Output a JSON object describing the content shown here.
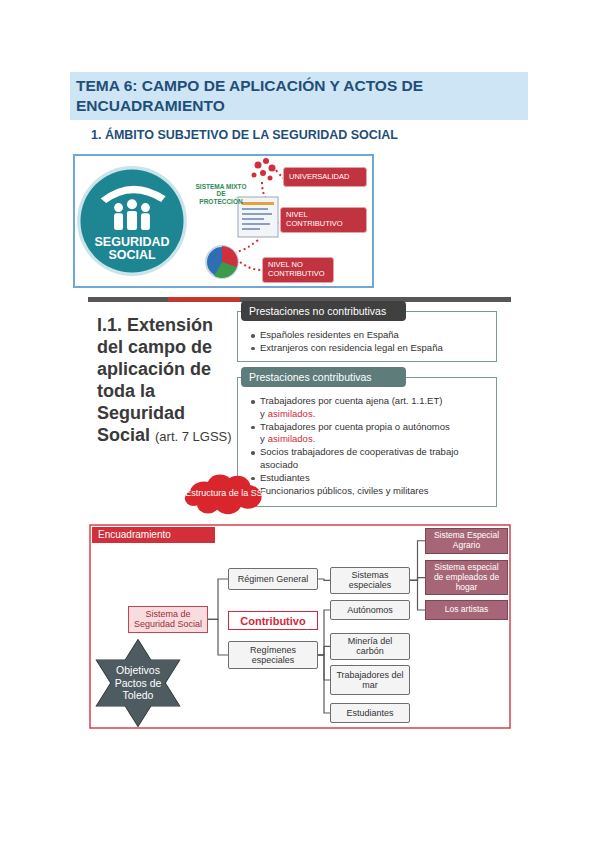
{
  "diagram": {
    "title": "TEMA 6: CAMPO DE APLICACIÓN Y ACTOS DE ENCUADRAMIENTO",
    "nodes": [
      {
        "text": [
          "SEGURIDAD SOCIAL"
        ]
      },
      {
        "text": [
          "UNIVERSALIDAD"
        ]
      },
      {
        "text": [
          "NIVEL CONTRIBUTIVO"
        ]
      },
      {
        "text": [
          "NIVEL NO CONTRIBUTIVO"
        ]
      },
      {
        "text": [
          "Prestaciones no contributivas",
          "Españoles residentes en España",
          "Extranjeros con residencia legal en España"
        ]
      },
      {
        "text": [
          "Prestaciones contributivas",
          "Trabajadores por cuenta ajena (art. 1.1.ET) y",
          "asimilados.",
          "Trabajadores por cuenta propia o autónomos y",
          "asimilados.",
          "Socios trabajadores de cooperativas de trabajo asociado",
          "Estudiantes",
          "Funcionarios públicos, civiles y militares"
        ]
      },
      {
        "text": [
          "Estructura de la SS"
        ]
      },
      {
        "text": [
          "Encuadramiento"
        ]
      },
      {
        "text": [
          "Sistema de Seguridad Social"
        ]
      },
      {
        "text": [
          "Contributivo"
        ]
      },
      {
        "text": [
          "Régimen General"
        ]
      },
      {
        "text": [
          "Regímenes especiales"
        ]
      },
      {
        "text": [
          "Sistemas especiales"
        ]
      },
      {
        "text": [
          "Sistema Especial Agrario"
        ]
      },
      {
        "text": [
          "Sistema especial de empleados de hogar"
        ]
      },
      {
        "text": [
          "Los artistas"
        ]
      },
      {
        "text": [
          "Autónomos"
        ]
      },
      {
        "text": [
          "Minería del carbón"
        ]
      },
      {
        "text": [
          "Trabajadores del mar"
        ]
      },
      {
        "text": [
          "Estudiantes"
        ]
      },
      {
        "text": [
          "Objetivos Pactos de Toledo"
        ]
      }
    ],
    "edges": [
      {
        "from": 8,
        "to": 10,
        "arrow": "none"
      },
      {
        "from": 8,
        "to": 11,
        "arrow": "none"
      },
      {
        "from": 10,
        "to": 12,
        "arrow": "none"
      },
      {
        "from": 12,
        "to": 13,
        "arrow": "none"
      },
      {
        "from": 12,
        "to": 14,
        "arrow": "none"
      },
      {
        "from": 12,
        "to": 15,
        "arrow": "none"
      },
      {
        "from": 11,
        "to": 16,
        "arrow": "none"
      },
      {
        "from": 11,
        "to": 17,
        "arrow": "none"
      },
      {
        "from": 11,
        "to": 18,
        "arrow": "none"
      },
      {
        "from": 11,
        "to": 19,
        "arrow": "none"
      }
    ],
    "labels": [
      "1. ÁMBITO SUBJETIVO DE LA SEGURIDAD SOCIAL",
      "SISTEMA MIXTO DE PROTECCIÓN",
      "I.1. Extensión del campo de aplicación de toda la Seguridad Social",
      "(art. 7 LGSS)"
    ]
  }
}
